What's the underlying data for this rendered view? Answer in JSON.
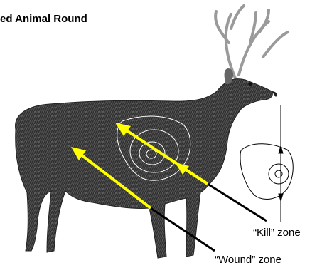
{
  "title": "ed Animal Round",
  "labels": {
    "kill": "“Kill” zone",
    "wound": "“Wound” zone"
  },
  "colors": {
    "arrow": "#ffff00",
    "pointer": "#000000",
    "deer": "#3a3a3a",
    "rings": "#ffffff"
  }
}
